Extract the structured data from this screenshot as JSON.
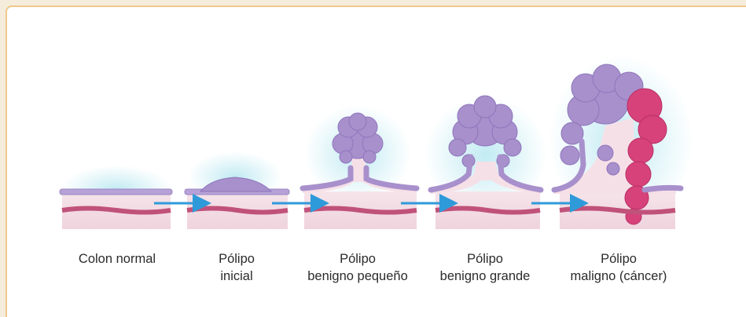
{
  "stages": [
    {
      "id": "normal",
      "lines": [
        "Colon normal"
      ]
    },
    {
      "id": "initial",
      "lines": [
        "Pólipo",
        "inicial"
      ]
    },
    {
      "id": "small",
      "lines": [
        "Pólipo",
        "benigno pequeño"
      ]
    },
    {
      "id": "large",
      "lines": [
        "Pólipo",
        "benigno grande"
      ]
    },
    {
      "id": "malignant",
      "lines": [
        "Pólipo",
        "maligno (cáncer)"
      ]
    }
  ],
  "colors": {
    "frame_border": "#efc88a",
    "page_background": "#f5ecdc",
    "tissue": "#f2dbe2",
    "muscle_layer": "#c0527a",
    "benign_polyp": "#a890cc",
    "cancer": "#d7427a",
    "glow": "#bfeaf2",
    "arrow": "#2f9ad9"
  }
}
